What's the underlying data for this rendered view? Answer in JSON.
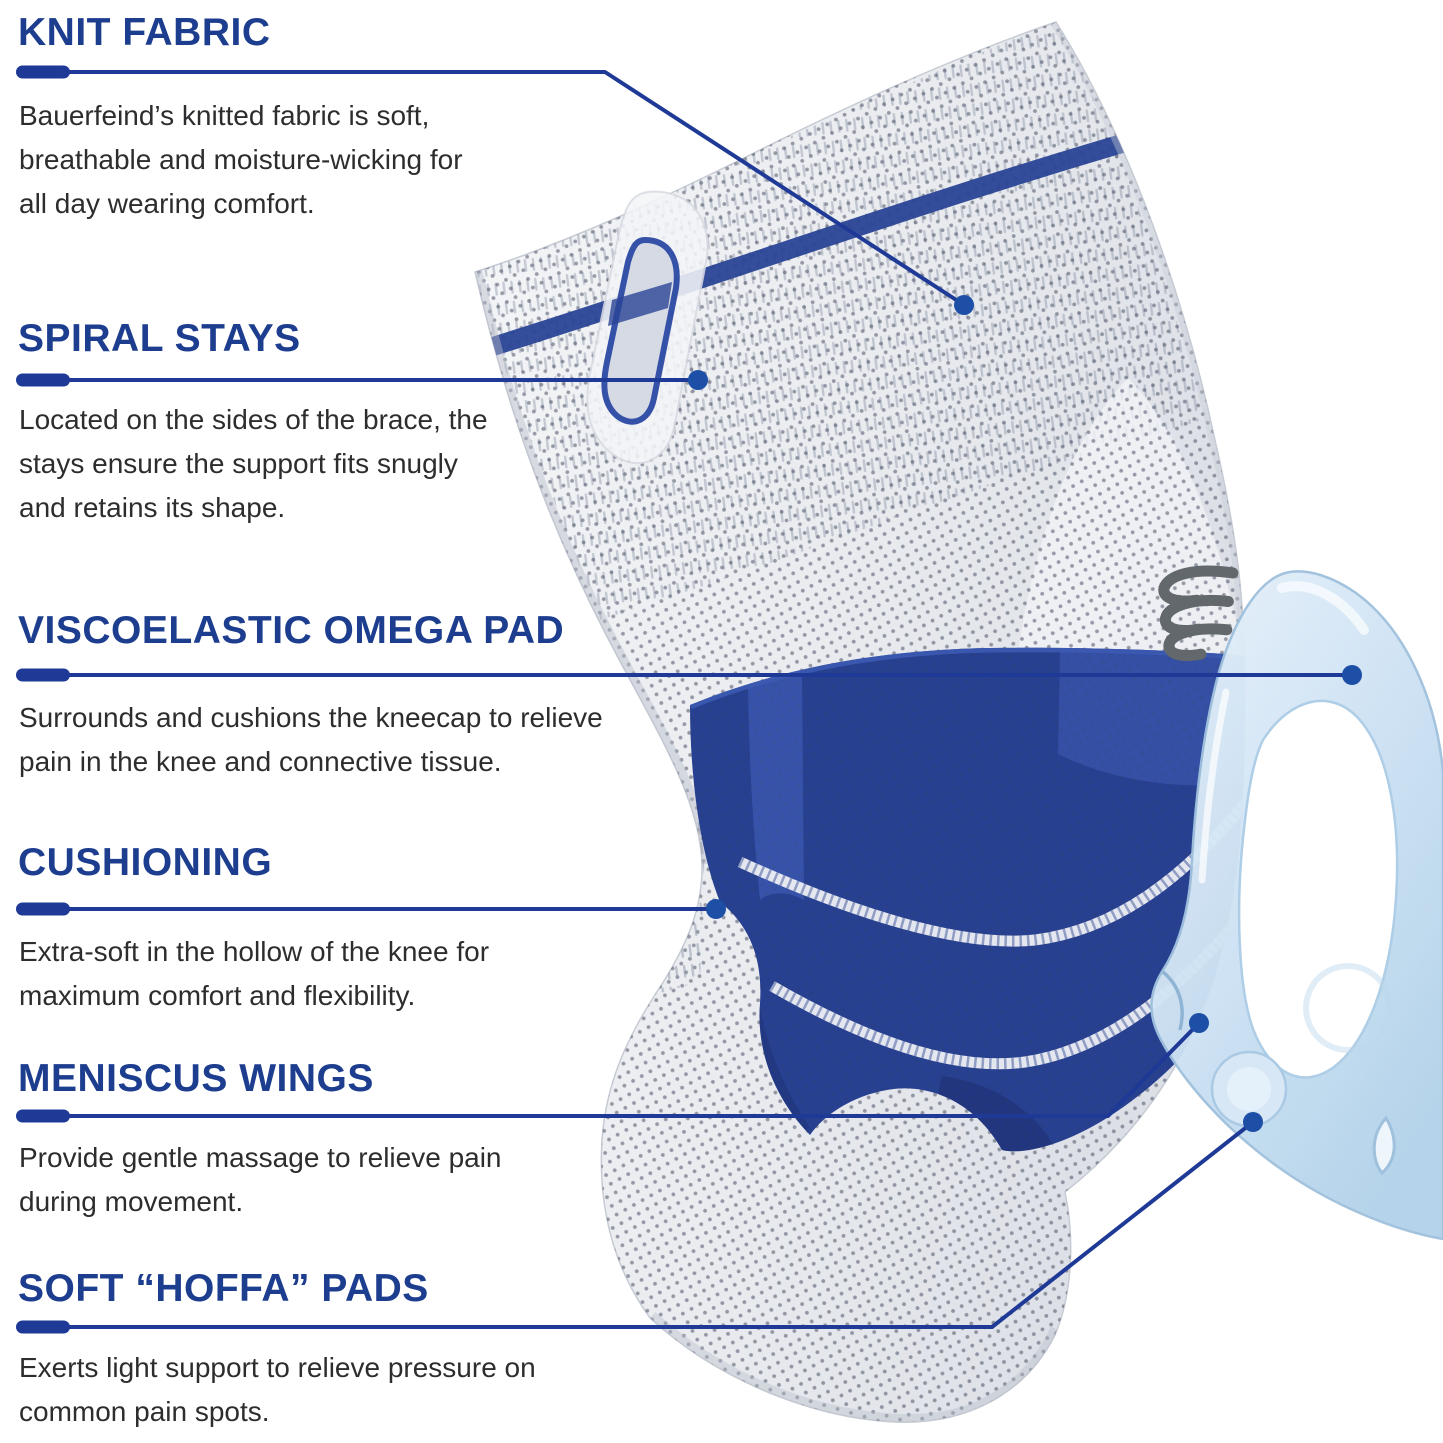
{
  "page": {
    "background": "#ffffff",
    "kind": "product-feature-infographic",
    "subject": "knee support brace with translucent gel pad"
  },
  "colors": {
    "heading_navy": "#1d3d8f",
    "leader_line_navy": "#1e3a96",
    "marker_dot_blue": "#1d4fa6",
    "body_text": "#2d2d2f",
    "band_navy": "#27408f",
    "band_royal": "#3d5ab2",
    "fabric_light": "#eef0f3",
    "fabric_speckle": "#3a4257",
    "gel_pad_blue": "#cfe3f4",
    "gel_pad_edge": "#9fc1dd",
    "logo_gray": "#63686d"
  },
  "icons": {
    "logo": "bauerfeind-logo-icon",
    "markers": "leader-dot-icon"
  },
  "sections": [
    {
      "title": "KNIT FABRIC",
      "lines": [
        "Bauerfeind’s knitted fabric is soft,",
        "breathable and moisture-wicking for",
        "all day wearing comfort."
      ]
    },
    {
      "title": "SPIRAL STAYS",
      "lines": [
        "Located on the sides of the brace, the",
        "stays ensure the support fits snugly",
        "and retains its shape."
      ]
    },
    {
      "title": "VISCOELASTIC OMEGA PAD",
      "lines": [
        "Surrounds and cushions the kneecap to relieve",
        "pain in the knee and connective tissue."
      ]
    },
    {
      "title": "CUSHIONING",
      "lines": [
        "Extra-soft in the hollow of the knee for",
        "maximum comfort and flexibility."
      ]
    },
    {
      "title": "MENISCUS WINGS",
      "lines": [
        "Provide gentle massage to relieve pain",
        "during movement."
      ]
    },
    {
      "title": "SOFT “HOFFA” PADS",
      "lines": [
        "Exerts light support to relieve pressure on",
        "common pain spots."
      ]
    }
  ]
}
